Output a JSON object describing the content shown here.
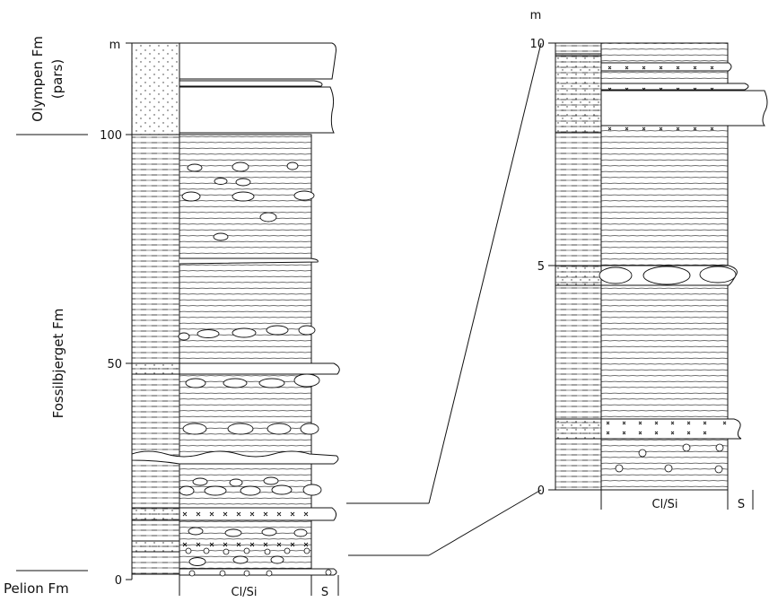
{
  "formations": {
    "upper": "Olympen Fm",
    "upper_note": "(pars)",
    "middle": "Fossilbjerget Fm",
    "lower": "Pelion Fm"
  },
  "left_column": {
    "unit": "m",
    "ticks": [
      "0",
      "50",
      "100"
    ],
    "grain_label": "Cl/Si",
    "sand_label": "S"
  },
  "right_column": {
    "unit": "m",
    "ticks": [
      "0",
      "5",
      "10"
    ],
    "grain_label": "Cl/Si",
    "sand_label": "S"
  },
  "colors": {
    "ink": "#111111",
    "background": "#ffffff"
  }
}
